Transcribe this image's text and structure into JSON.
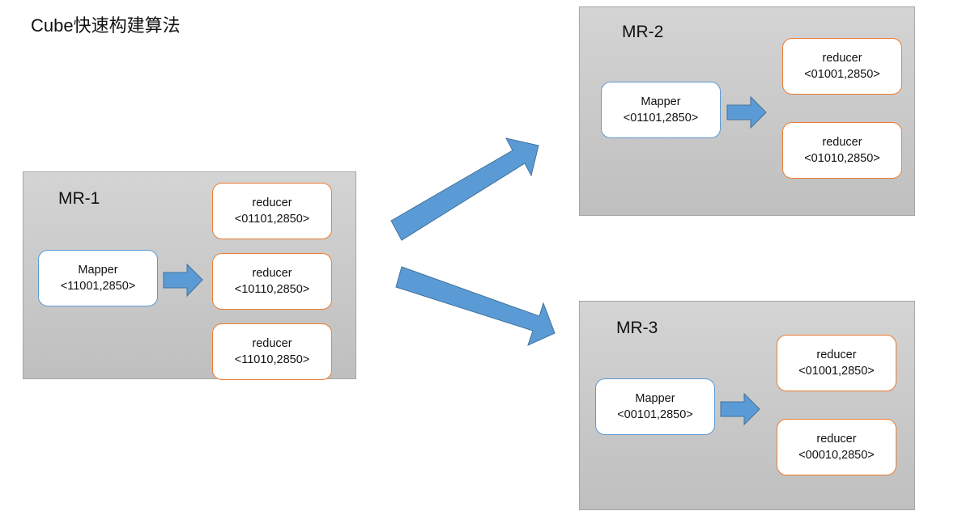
{
  "title": "Cube快速构建算法",
  "colors": {
    "arrow": "#5b9bd5",
    "mapper_border": "#5b9bd5",
    "reducer_border": "#ed7d31"
  },
  "panels": [
    {
      "label": "MR-1",
      "mapper": {
        "name": "Mapper",
        "key": "<11001,2850>"
      },
      "reducers": [
        {
          "name": "reducer",
          "key": "<01101,2850>"
        },
        {
          "name": "reducer",
          "key": "<10110,2850>"
        },
        {
          "name": "reducer",
          "key": "<11010,2850>"
        }
      ]
    },
    {
      "label": "MR-2",
      "mapper": {
        "name": "Mapper",
        "key": "<01101,2850>"
      },
      "reducers": [
        {
          "name": "reducer",
          "key": "<01001,2850>"
        },
        {
          "name": "reducer",
          "key": "<01010,2850>"
        }
      ]
    },
    {
      "label": "MR-3",
      "mapper": {
        "name": "Mapper",
        "key": "<00101,2850>"
      },
      "reducers": [
        {
          "name": "reducer",
          "key": "<01001,2850>"
        },
        {
          "name": "reducer",
          "key": "<00010,2850>"
        }
      ]
    }
  ]
}
